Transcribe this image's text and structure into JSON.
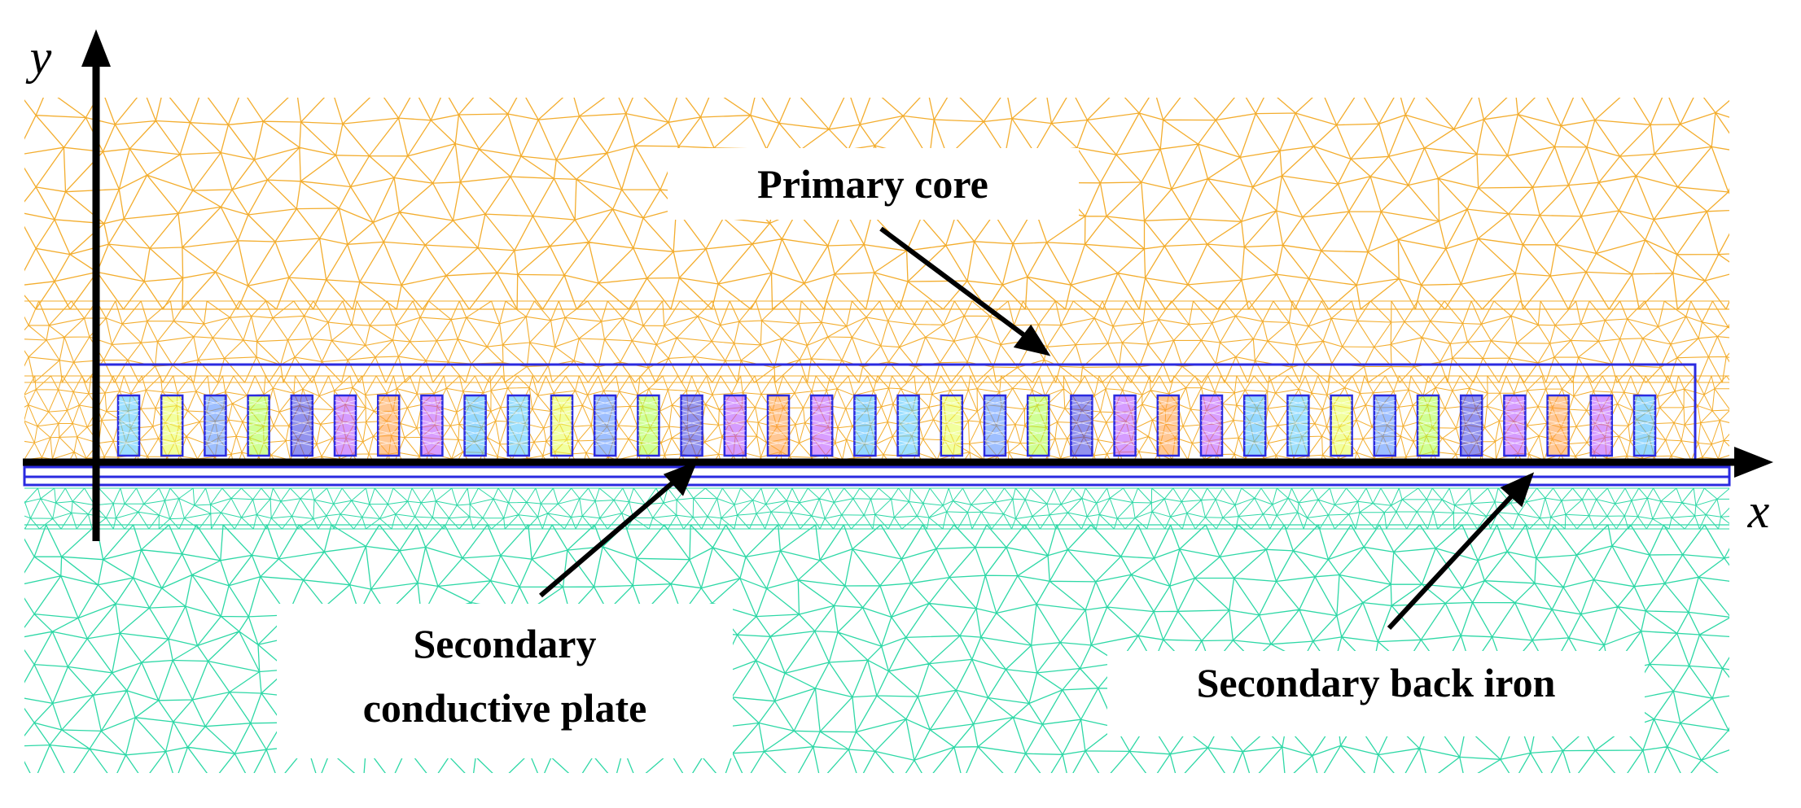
{
  "axes": {
    "x_label": "x",
    "y_label": "y"
  },
  "labels": {
    "primary_core": "Primary core",
    "secondary_plate_line1": "Secondary",
    "secondary_plate_line2": "conductive plate",
    "secondary_back_iron": "Secondary back iron"
  },
  "regions": {
    "primary_core": {
      "name": "Primary core",
      "mesh_color": "#f3ad2e"
    },
    "secondary_back_iron": {
      "name": "Secondary back iron",
      "mesh_color": "#2ed8a6"
    },
    "secondary_conductive_plate": {
      "name": "Secondary conductive plate"
    }
  },
  "colors": {
    "outline": "#2a2ae0",
    "axis": "#000000",
    "slot_fills": [
      "#4fc6ff",
      "#e8ff4f",
      "#4f8bff",
      "#a9ff3f",
      "#3939e0",
      "#b24bff",
      "#ff9a3f",
      "#b84cff",
      "#3fb8ff"
    ]
  },
  "slot_count": 36
}
